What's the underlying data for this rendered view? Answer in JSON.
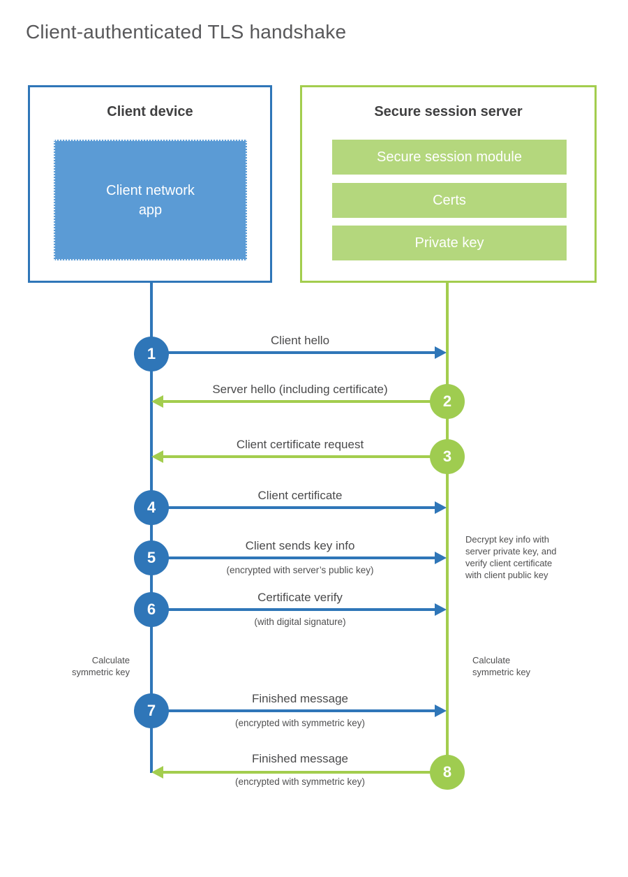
{
  "title": "Client-authenticated TLS handshake",
  "colors": {
    "blue": "#2f76b8",
    "blue_fill": "#5b9bd5",
    "green": "#a3cd4e",
    "green_bar_fill": "#b4d77d",
    "green_circle": "#9fcc50",
    "title_text": "#58585a",
    "heading_text": "#404041",
    "label_text": "#4a4a4b"
  },
  "client": {
    "title": "Client device",
    "module": "Client network\napp"
  },
  "server": {
    "title": "Secure session server",
    "modules": [
      "Secure session module",
      "Certs",
      "Private key"
    ]
  },
  "steps": [
    {
      "num": "1",
      "label": "Client hello",
      "sub": "",
      "direction": "client-to-server",
      "color": "blue"
    },
    {
      "num": "2",
      "label": "Server hello (including certificate)",
      "sub": "",
      "direction": "server-to-client",
      "color": "green"
    },
    {
      "num": "3",
      "label": "Client certificate request",
      "sub": "",
      "direction": "server-to-client",
      "color": "green"
    },
    {
      "num": "4",
      "label": "Client certificate",
      "sub": "",
      "direction": "client-to-server",
      "color": "blue"
    },
    {
      "num": "5",
      "label": "Client sends key info",
      "sub": "(encrypted with server’s public key)",
      "direction": "client-to-server",
      "color": "blue"
    },
    {
      "num": "6",
      "label": "Certificate verify",
      "sub": "(with digital signature)",
      "direction": "client-to-server",
      "color": "blue"
    },
    {
      "num": "7",
      "label": "Finished message",
      "sub": "(encrypted with symmetric key)",
      "direction": "client-to-server",
      "color": "blue"
    },
    {
      "num": "8",
      "label": "Finished message",
      "sub": "(encrypted with symmetric key)",
      "direction": "server-to-client",
      "color": "green"
    }
  ],
  "annotations": {
    "decrypt_note": "Decrypt key info with\nserver private key, and\nverify client certificate\nwith client public key",
    "calculate_left": "Calculate\nsymmetric key",
    "calculate_right": "Calculate\nsymmetric key"
  }
}
